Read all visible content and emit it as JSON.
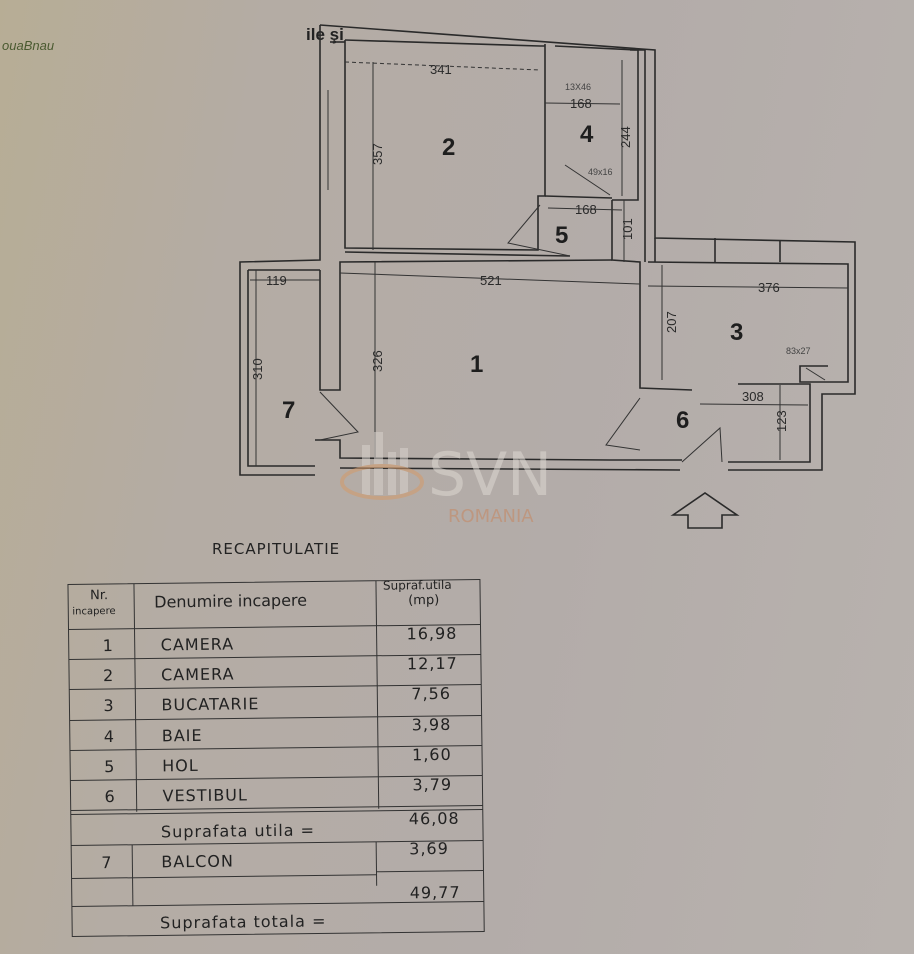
{
  "corner_text": [
    "ouaBnau"
  ],
  "header_fragment": "ile şi",
  "watermark": {
    "brand": "SVN",
    "sub": "ROMANIA"
  },
  "plan": {
    "rooms": [
      "1",
      "2",
      "3",
      "4",
      "5",
      "6",
      "7"
    ],
    "dimensions": {
      "d341": "341",
      "d357": "357",
      "d168a": "168",
      "d244": "244",
      "d168b": "168",
      "d101": "101",
      "d119": "119",
      "d521": "521",
      "d376": "376",
      "d207": "207",
      "d310": "310",
      "d326": "326",
      "d308": "308",
      "d123": "123"
    },
    "fixtures": {
      "f1": "13X46",
      "f2": "49x16",
      "f3": "83x27"
    }
  },
  "summary": {
    "title": "RECAPITULATIE",
    "headers": {
      "nr": "Nr.",
      "nr_sub": "incapere",
      "name": "Denumire incapere",
      "area": "Supraf.utila",
      "area_unit": "(mp)"
    },
    "rows": [
      {
        "nr": "1",
        "name": "CAMERA",
        "area": "16,98"
      },
      {
        "nr": "2",
        "name": "CAMERA",
        "area": "12,17"
      },
      {
        "nr": "3",
        "name": "BUCATARIE",
        "area": "7,56"
      },
      {
        "nr": "4",
        "name": "BAIE",
        "area": "3,98"
      },
      {
        "nr": "5",
        "name": "HOL",
        "area": "1,60"
      },
      {
        "nr": "6",
        "name": "VESTIBUL",
        "area": "3,79"
      }
    ],
    "useful_label": "Suprafata utila =",
    "useful_value": "46,08",
    "balcony": {
      "nr": "7",
      "name": "BALCON",
      "area": "3,69"
    },
    "total_label": "Suprafata totala =",
    "total_value": "49,77"
  }
}
